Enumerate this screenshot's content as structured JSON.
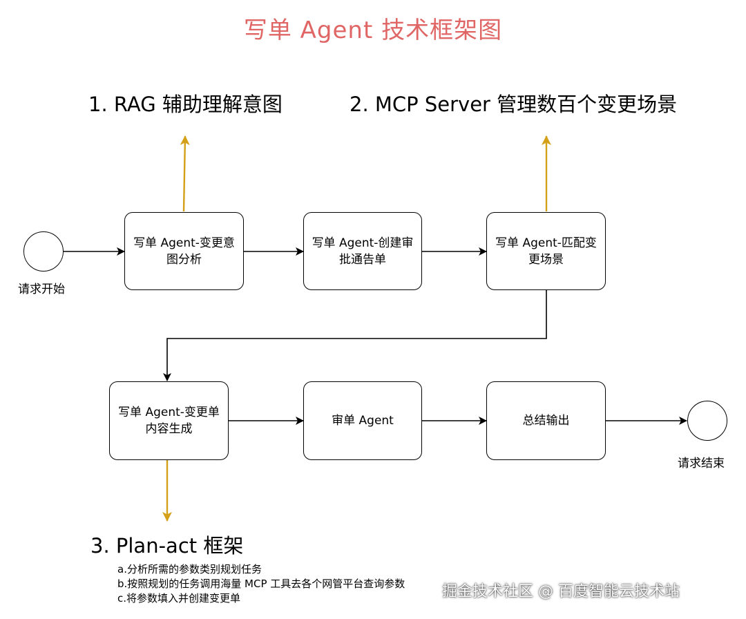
{
  "title": "写单 Agent 技术框架图",
  "headings": {
    "rag": "1. RAG 辅助理解意图",
    "mcp": "2. MCP Server 管理数百个变更场景",
    "plan_act": "3. Plan-act 框架"
  },
  "nodes": {
    "intent_line1": "写单 Agent-变更意",
    "intent_line2": "图分析",
    "approval_line1": "写单 Agent-创建审",
    "approval_line2": "批通告单",
    "match_line1": "写单 Agent-匹配变",
    "match_line2": "更场景",
    "content_line1": "写单 Agent-变更单",
    "content_line2": "内容生成",
    "review": "审单 Agent",
    "summary": "总结输出"
  },
  "start_label": "请求开始",
  "end_label": "请求结束",
  "plan_act_steps": [
    "a.分析所需的参数类别规划任务",
    "b.按照规划的任务调用海量 MCP 工具去各个网管平台查询参数",
    "c.将参数填入并创建变更单"
  ],
  "watermark": "掘金技术社区 @ 百度智能云技术站",
  "colors": {
    "title": "#e06666",
    "highlight_arrow": "#d4a017",
    "flow_arrow": "#000000"
  }
}
